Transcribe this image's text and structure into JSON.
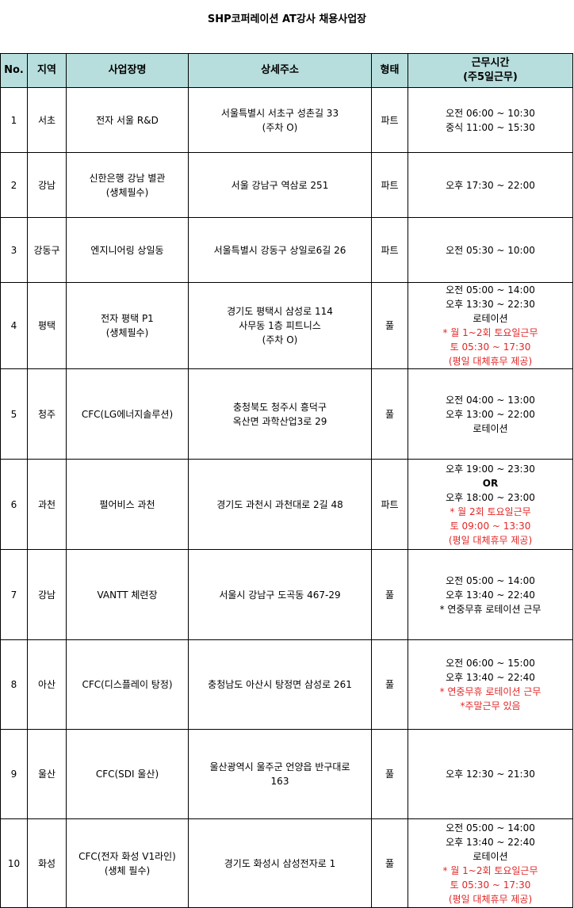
{
  "title": "SHP코퍼레이션 AT강사 채용사업장",
  "headers": {
    "no": "No.",
    "region": "지역",
    "site": "사업장명",
    "address": "상세주소",
    "type": "형태",
    "hours": [
      "근무시간",
      "(주5일근무)"
    ]
  },
  "rows": [
    {
      "no": "1",
      "region": "서초",
      "site": [
        "전자 서울 R&D"
      ],
      "address": [
        "서울특별시 서초구 성촌길 33",
        "(주차 O)"
      ],
      "type": "파트",
      "hours": [
        {
          "t": "오전 06:00 ~ 10:30"
        },
        {
          "t": "중식 11:00 ~ 15:30"
        }
      ]
    },
    {
      "no": "2",
      "region": "강남",
      "site": [
        "신한은행 강남 별관",
        "(생체필수)"
      ],
      "address": [
        "서울 강남구 역삼로 251"
      ],
      "type": "파트",
      "hours": [
        {
          "t": "오후 17:30 ~ 22:00"
        }
      ]
    },
    {
      "no": "3",
      "region": "강동구",
      "site": [
        "엔지니어링 상일동"
      ],
      "address": [
        "서울특별시 강동구 상일로6길 26"
      ],
      "type": "파트",
      "hours": [
        {
          "t": "오전 05:30 ~ 10:00"
        }
      ]
    },
    {
      "no": "4",
      "region": "평택",
      "site": [
        "전자 평택 P1",
        "(생체필수)"
      ],
      "address": [
        "경기도 평택시 삼성로 114",
        "사무동 1층 피트니스",
        "(주차 O)"
      ],
      "type": "풀",
      "hours": [
        {
          "t": "오전 05:00 ~ 14:00"
        },
        {
          "t": "오후 13:30 ~ 22:30"
        },
        {
          "t": "로테이션"
        },
        {
          "t": "* 월 1~2회 토요일근무",
          "red": true
        },
        {
          "t": "토  05:30 ~ 17:30",
          "red": true
        },
        {
          "t": "(평일 대체휴무 제공)",
          "red": true
        }
      ]
    },
    {
      "no": "5",
      "region": "청주",
      "site": [
        "CFC(LG에너지솔루션)"
      ],
      "address": [
        "충청북도 청주시 흥덕구",
        "옥산면 과학산업3로 29"
      ],
      "type": "풀",
      "hours": [
        {
          "t": "오전 04:00 ~ 13:00"
        },
        {
          "t": "오후 13:00 ~ 22:00"
        },
        {
          "t": "로테이션"
        }
      ]
    },
    {
      "no": "6",
      "region": "과천",
      "site": [
        "펄어비스 과천"
      ],
      "address": [
        "경기도 과천시 과천대로 2길 48"
      ],
      "type": "파트",
      "hours": [
        {
          "t": "오후 19:00 ~ 23:30"
        },
        {
          "t": "OR",
          "bold": true
        },
        {
          "t": "오후 18:00 ~ 23:00"
        },
        {
          "t": "* 월 2회 토요일근무",
          "red": true
        },
        {
          "t": "토  09:00 ~ 13:30",
          "red": true
        },
        {
          "t": "(평일 대체휴무 제공)",
          "red": true
        }
      ]
    },
    {
      "no": "7",
      "region": "강남",
      "site": [
        "VANTT 체련장"
      ],
      "address": [
        "서울시 강남구 도곡동 467-29"
      ],
      "type": "풀",
      "hours": [
        {
          "t": "오전 05:00 ~ 14:00"
        },
        {
          "t": "오후 13:40 ~ 22:40"
        },
        {
          "t": "* 연중무휴 로테이션 근무"
        }
      ]
    },
    {
      "no": "8",
      "region": "아산",
      "site": [
        "CFC(디스플레이 탕정)"
      ],
      "address": [
        "충청남도 아산시 탕정면 삼성로 261"
      ],
      "type": "풀",
      "hours": [
        {
          "t": "오전 06:00 ~ 15:00"
        },
        {
          "t": "오후 13:40 ~ 22:40"
        },
        {
          "t": "* 연중무휴 로테이션 근무",
          "red": true
        },
        {
          "t": "*주말근무 있음",
          "red": true
        }
      ]
    },
    {
      "no": "9",
      "region": "울산",
      "site": [
        "CFC(SDI 울산)"
      ],
      "address": [
        "울산광역시 울주군 언양읍 반구대로",
        "163"
      ],
      "type": "풀",
      "hours": [
        {
          "t": "오후 12:30 ~ 21:30"
        }
      ]
    },
    {
      "no": "10",
      "region": "화성",
      "site": [
        "CFC(전자 화성 V1라인)",
        "(생체 필수)"
      ],
      "address": [
        "경기도 화성시 삼성전자로 1"
      ],
      "type": "풀",
      "hours": [
        {
          "t": "오전 05:00 ~ 14:00"
        },
        {
          "t": "오후 13:40 ~ 22:40"
        },
        {
          "t": "로테이션"
        },
        {
          "t": "* 월 1~2회 토요일근무",
          "red": true
        },
        {
          "t": "토  05:30 ~ 17:30",
          "red": true
        },
        {
          "t": "(평일 대체휴무 제공)",
          "red": true
        }
      ]
    }
  ],
  "colors": {
    "header_bg": "#b7dedc",
    "note_red": "#e32626"
  }
}
